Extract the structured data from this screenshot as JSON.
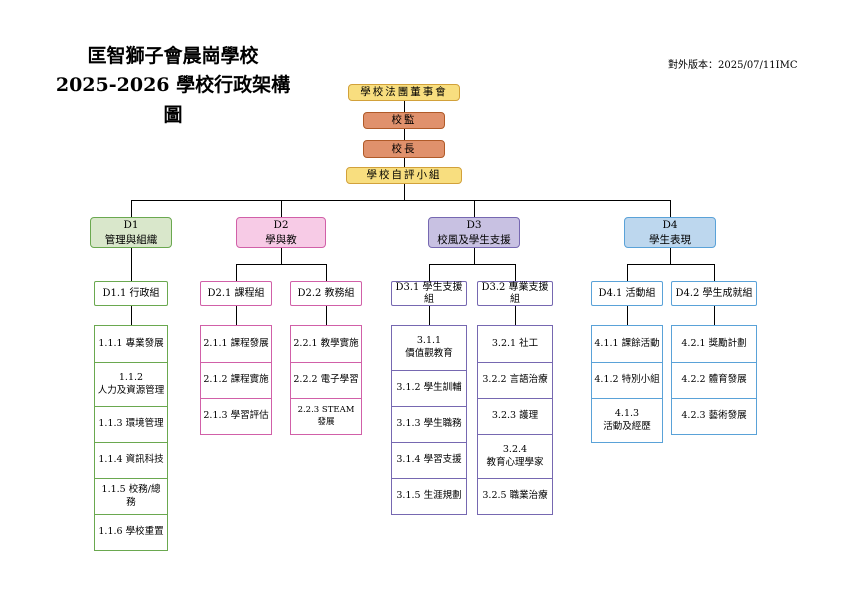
{
  "header": {
    "school_name": "匡智獅子會晨崗學校",
    "chart_title": "2025-2026 學校行政架構圖",
    "version": "對外版本：2025/07/11IMC"
  },
  "top_chain": {
    "imc": "學校法團董事會",
    "supervisor": "校監",
    "principal": "校長",
    "self_eval": "學校自評小組"
  },
  "branches": [
    {
      "code": "D1",
      "name": "管理與組織",
      "subgroups": [
        {
          "label": "D1.1 行政組",
          "items": [
            "1.1.1 專業發展",
            "1.1.2\n人力及資源管理",
            "1.1.3 環境管理",
            "1.1.4 資訊科技",
            "1.1.5 校務/總務",
            "1.1.6 學校重置"
          ]
        }
      ]
    },
    {
      "code": "D2",
      "name": "學與教",
      "subgroups": [
        {
          "label": "D2.1 課程組",
          "items": [
            "2.1.1 課程發展",
            "2.1.2 課程實施",
            "2.1.3 學習評估"
          ]
        },
        {
          "label": "D2.2 教務組",
          "items": [
            "2.2.1 教學實施",
            "2.2.2 電子學習",
            "2.2.3 STEAM 發展"
          ]
        }
      ]
    },
    {
      "code": "D3",
      "name": "校風及學生支援",
      "subgroups": [
        {
          "label": "D3.1 學生支援組",
          "items": [
            "3.1.1\n價值觀教育",
            "3.1.2 學生訓輔",
            "3.1.3 學生職務",
            "3.1.4 學習支援",
            "3.1.5 生涯規劃"
          ]
        },
        {
          "label": "D3.2 專業支援組",
          "items": [
            "3.2.1 社工",
            "3.2.2 言語治療",
            "3.2.3 護理",
            "3.2.4\n教育心理學家",
            "3.2.5 職業治療"
          ]
        }
      ]
    },
    {
      "code": "D4",
      "name": "學生表現",
      "subgroups": [
        {
          "label": "D4.1 活動組",
          "items": [
            "4.1.1 課餘活動",
            "4.1.2 特別小組",
            "4.1.3\n活動及經歷"
          ]
        },
        {
          "label": "D4.2 學生成就組",
          "items": [
            "4.2.1 獎勵計劃",
            "4.2.2 體育發展",
            "4.2.3 藝術發展"
          ]
        }
      ]
    }
  ],
  "palette": {
    "yellow": {
      "fill": "#F8DE7F",
      "border": "#D2A13A"
    },
    "orange": {
      "fill": "#E0916C",
      "border": "#B05A28"
    },
    "d1": {
      "fill": "#D9E7CB",
      "border": "#6AA84F"
    },
    "d2": {
      "fill": "#F7CBE6",
      "border": "#D160A8"
    },
    "d3": {
      "fill": "#C8C1E2",
      "border": "#7668B1"
    },
    "d4": {
      "fill": "#BDD7EE",
      "border": "#5AA2D8"
    },
    "line": "#000000"
  }
}
